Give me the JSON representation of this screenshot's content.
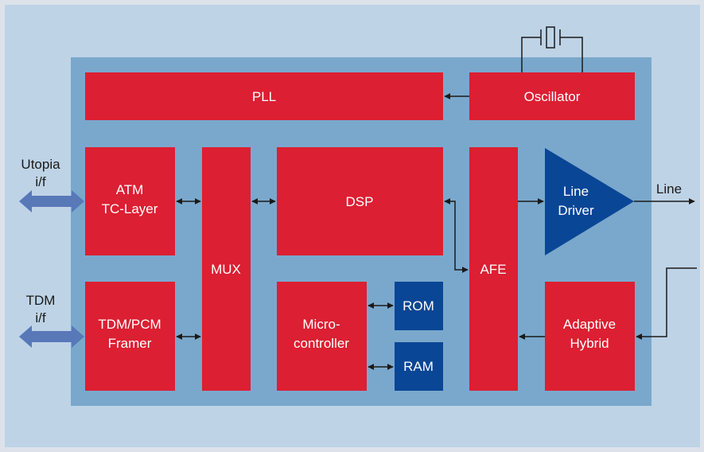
{
  "diagram": {
    "blocks": {
      "pll": "PLL",
      "oscillator": "Oscillator",
      "atm_line1": "ATM",
      "atm_line2": "TC-Layer",
      "mux": "MUX",
      "dsp": "DSP",
      "afe": "AFE",
      "line_driver_line1": "Line",
      "line_driver_line2": "Driver",
      "tdm_line1": "TDM/PCM",
      "tdm_line2": "Framer",
      "micro_line1": "Micro-",
      "micro_line2": "controller",
      "rom": "ROM",
      "ram": "RAM",
      "hybrid_line1": "Adaptive",
      "hybrid_line2": "Hybrid"
    },
    "external": {
      "utopia_line1": "Utopia",
      "utopia_line2": "i/f",
      "tdm_line1": "TDM",
      "tdm_line2": "i/f",
      "line": "Line"
    },
    "colors": {
      "outer_background": "#bed3e6",
      "chip_background": "#7aa8cc",
      "block_red": "#dc1f32",
      "memory_blue": "#0a4696",
      "interface_arrow": "#5878b8"
    }
  }
}
